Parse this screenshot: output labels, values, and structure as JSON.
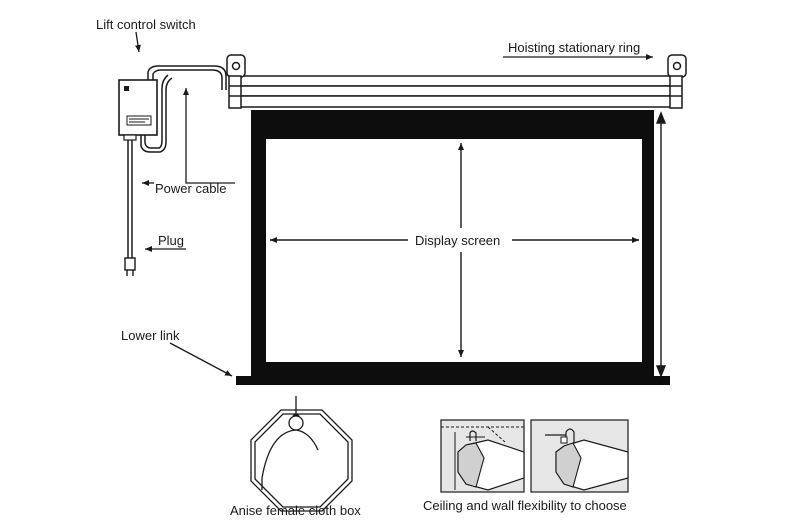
{
  "labels": {
    "lift_control_switch": "Lift control switch",
    "hoisting_ring": "Hoisting stationary ring",
    "power_cable": "Power cable",
    "plug": "Plug",
    "display_screen": "Display screen",
    "lower_link": "Lower link",
    "cloth_box": "Anise female cloth box",
    "ceiling_wall": "Ceiling and wall flexibility to choose"
  },
  "colors": {
    "line": "#1a1a1a",
    "screen_border": "#0d0d0d",
    "screen_surface": "#ffffff",
    "inset_background": "#e6e6e6"
  }
}
